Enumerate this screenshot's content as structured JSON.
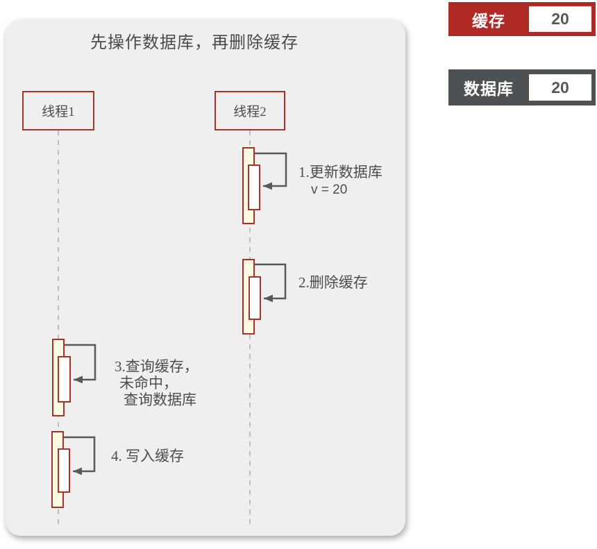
{
  "diagram": {
    "title": "先操作数据库，再删除缓存",
    "threads": [
      {
        "label": "线程1"
      },
      {
        "label": "线程2"
      }
    ],
    "steps": [
      {
        "label_lines": [
          "1.更新数据库",
          "v = 20"
        ]
      },
      {
        "label_lines": [
          "2.删除缓存"
        ]
      },
      {
        "label_lines": [
          "3.查询缓存，",
          "未命中，",
          "查询数据库"
        ]
      },
      {
        "label_lines": [
          "4. 写入缓存"
        ]
      }
    ]
  },
  "legend": {
    "cache": {
      "label": "缓存",
      "value": "20",
      "bg_color": "#b02a25"
    },
    "database": {
      "label": "数据库",
      "value": "20",
      "bg_color": "#4e5154"
    }
  },
  "colors": {
    "panel_bg": "#f0efef",
    "activation_border": "#a93228",
    "activation_fill": "#fdfae3",
    "arrow": "#58595b",
    "lifeline": "#bdbdbd",
    "text": "#4d4d4d"
  }
}
